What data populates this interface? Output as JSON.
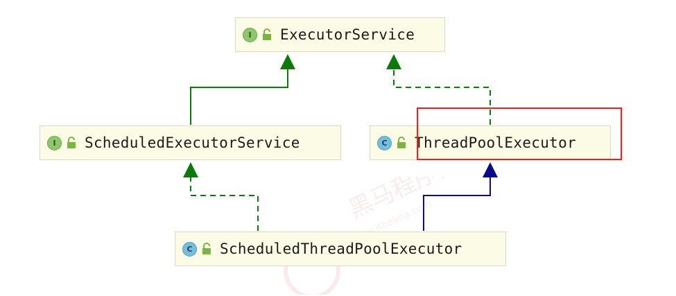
{
  "diagram": {
    "nodes": [
      {
        "id": "executor-service",
        "kind": "interface",
        "badge": "I",
        "label": "ExecutorService"
      },
      {
        "id": "scheduled-executor-service",
        "kind": "interface",
        "badge": "I",
        "label": "ScheduledExecutorService"
      },
      {
        "id": "thread-pool-executor",
        "kind": "class",
        "badge": "C",
        "label": "ThreadPoolExecutor",
        "highlighted": true
      },
      {
        "id": "scheduled-thread-pool-executor",
        "kind": "class",
        "badge": "C",
        "label": "ScheduledThreadPoolExecutor"
      }
    ],
    "edges": [
      {
        "from": "scheduled-executor-service",
        "to": "executor-service",
        "type": "extends",
        "style": "solid",
        "color": "#0b7a0b"
      },
      {
        "from": "thread-pool-executor",
        "to": "executor-service",
        "type": "implements",
        "style": "dashed",
        "color": "#0b7a0b"
      },
      {
        "from": "scheduled-thread-pool-executor",
        "to": "scheduled-executor-service",
        "type": "implements",
        "style": "dashed",
        "color": "#0b7a0b"
      },
      {
        "from": "scheduled-thread-pool-executor",
        "to": "thread-pool-executor",
        "type": "extends",
        "style": "solid",
        "color": "#0a0a8c"
      }
    ],
    "highlight_color": "#e1251b",
    "watermark": {
      "text": "黑马程序员",
      "subtext": "www.itheima.com"
    }
  }
}
